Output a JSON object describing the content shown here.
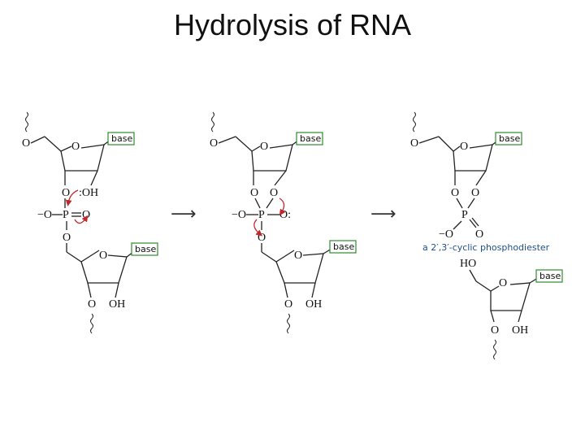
{
  "title": "Hydrolysis of RNA",
  "labels": {
    "base": "base",
    "O": "O",
    "P": "P",
    "OH": "OH",
    "HO": "HO",
    "O_minus": "−O",
    "O_dots": "O:",
    "OH_dots": ":OH"
  },
  "reaction_arrow": "⟶",
  "caption": "a 2′,3′-cyclic phosphodiester",
  "colors": {
    "base_box": "#2e8b2e",
    "curved_arrow": "#c0282c",
    "caption": "#1f4f8f"
  }
}
